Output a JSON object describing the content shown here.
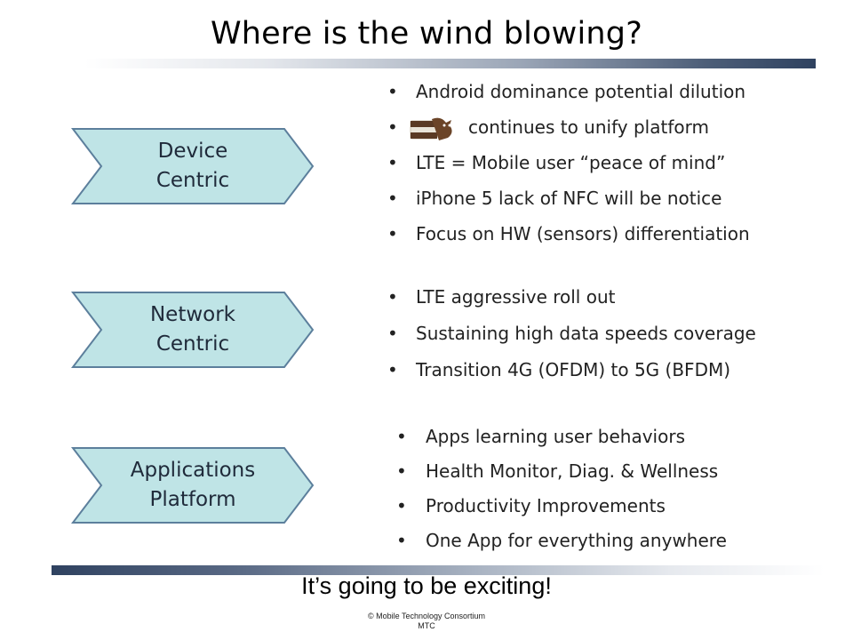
{
  "slide": {
    "title": "Where is the wind blowing?",
    "colors": {
      "chevron_fill": "#bfe4e6",
      "chevron_stroke": "#5c7f9c",
      "rule_dark": "#2f4260"
    }
  },
  "sections": [
    {
      "label": "Device\nCentric",
      "bullets": [
        "Android dominance potential dilution",
        "continues to unify platform",
        "LTE = Mobile user “peace of mind”",
        "iPhone 5 lack of NFC will be notice",
        "Focus on HW (sensors) differentiation"
      ],
      "logo": "android-ice-cream-sandwich-icon"
    },
    {
      "label": "Network\nCentric",
      "bullets": [
        "LTE aggressive roll out",
        "Sustaining high data speeds coverage",
        "Transition 4G (OFDM) to 5G (BFDM)"
      ]
    },
    {
      "label": "Applications\nPlatform",
      "bullets": [
        "Apps learning user behaviors",
        "Health Monitor, Diag. & Wellness",
        "Productivity Improvements",
        "One App for everything anywhere"
      ]
    }
  ],
  "bullet_glyph": "•",
  "closing": "It’s going to be exciting!",
  "footer": {
    "copyright_line1": "© Mobile Technology Consortium",
    "copyright_line2": "MTC"
  }
}
